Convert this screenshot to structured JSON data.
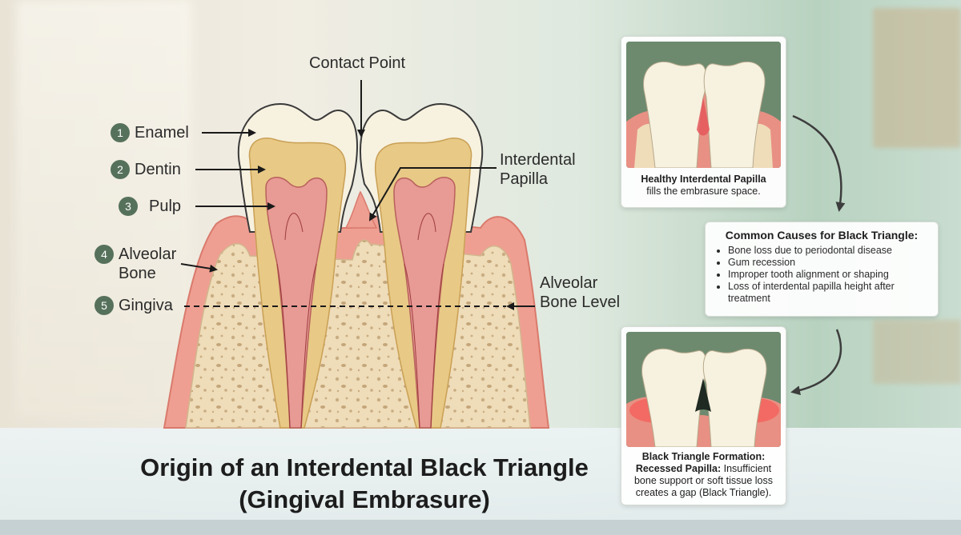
{
  "title_line1": "Origin of an Interdental Black Triangle",
  "title_line2": "(Gingival Embrasure)",
  "labels": {
    "contact_point": "Contact Point",
    "interdental_papilla": "Interdental Papilla",
    "alveolar_bone_level": "Alveolar Bone Level"
  },
  "numbered_labels": [
    {
      "num": "1",
      "text": "Enamel"
    },
    {
      "num": "2",
      "text": "Dentin"
    },
    {
      "num": "3",
      "text": "Pulp"
    },
    {
      "num": "4",
      "text": "Alveolar Bone"
    },
    {
      "num": "5",
      "text": "Gingiva"
    }
  ],
  "healthy_card": {
    "title": "Healthy Interdental Papilla",
    "text": "fills the embrasure space."
  },
  "causes": {
    "title": "Common Causes for Black Triangle:",
    "items": [
      "Bone loss due to periodontal disease",
      "Gum recession",
      "Improper tooth alignment or shaping",
      "Loss of interdental papilla height after treatment"
    ]
  },
  "black_triangle_card": {
    "title": "Black Triangle Formation:",
    "bold_lead": "Recessed Papilla:",
    "text": "Insufficient bone support or soft tissue loss creates a gap (Black Triangle)."
  },
  "colors": {
    "enamel": "#f7f1df",
    "dentin": "#e8c986",
    "pulp": "#e89a95",
    "gingiva": "#ef9f92",
    "bone": "#ecd9b6",
    "badge": "#56715b"
  }
}
